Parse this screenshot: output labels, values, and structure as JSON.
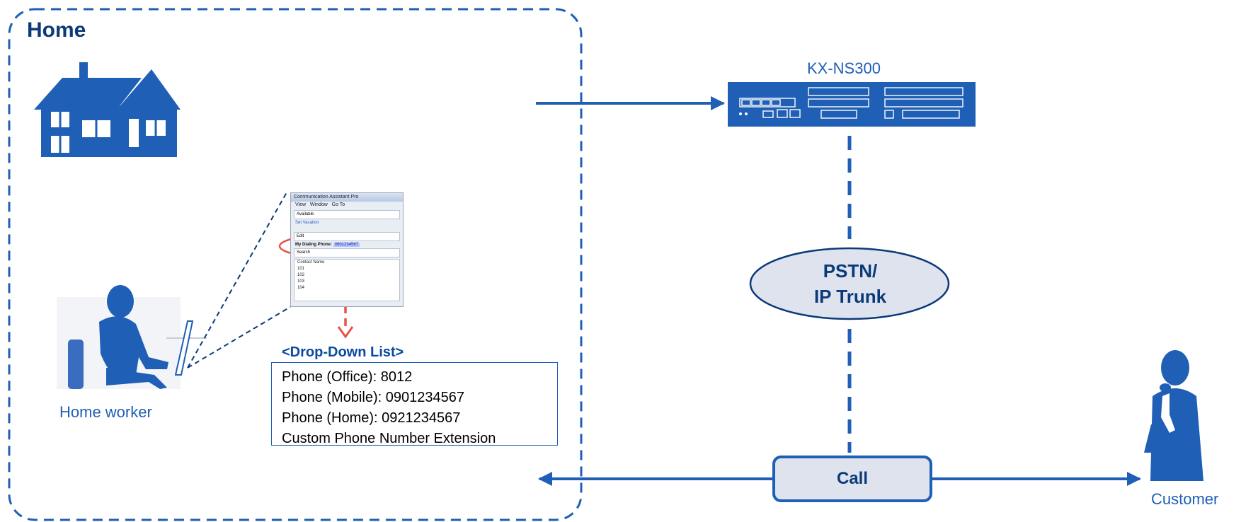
{
  "home_zone": {
    "title": "Home"
  },
  "home_worker": {
    "label": "Home worker"
  },
  "customer": {
    "label": "Customer"
  },
  "pbx": {
    "name": "KX-NS300"
  },
  "network": {
    "line1": "PSTN/",
    "line2": "IP Trunk"
  },
  "call": {
    "label": "Call"
  },
  "dropdown": {
    "title": "<Drop-Down List>",
    "items": [
      "Phone (Office): 8012",
      "Phone (Mobile): 0901234567",
      "Phone (Home): 0921234567",
      "Custom Phone Number Extension"
    ]
  },
  "app_screenshot": {
    "title": "Communication Assistant Pro",
    "menu": [
      "View",
      "Window",
      "Go To"
    ],
    "status": "Available",
    "link": "Set Vacation",
    "field": "Edit",
    "dialing_label": "My Dialing Phone:",
    "dialing_value": "0901234567",
    "search": "Search",
    "column": "Contact Name",
    "rows": [
      "101",
      "102",
      "103",
      "104"
    ]
  },
  "colors": {
    "primary": "#1f5fb5",
    "dark": "#0b3a7a",
    "accent_red": "#e8524a",
    "ellipse_fill": "#dfe3ee"
  }
}
